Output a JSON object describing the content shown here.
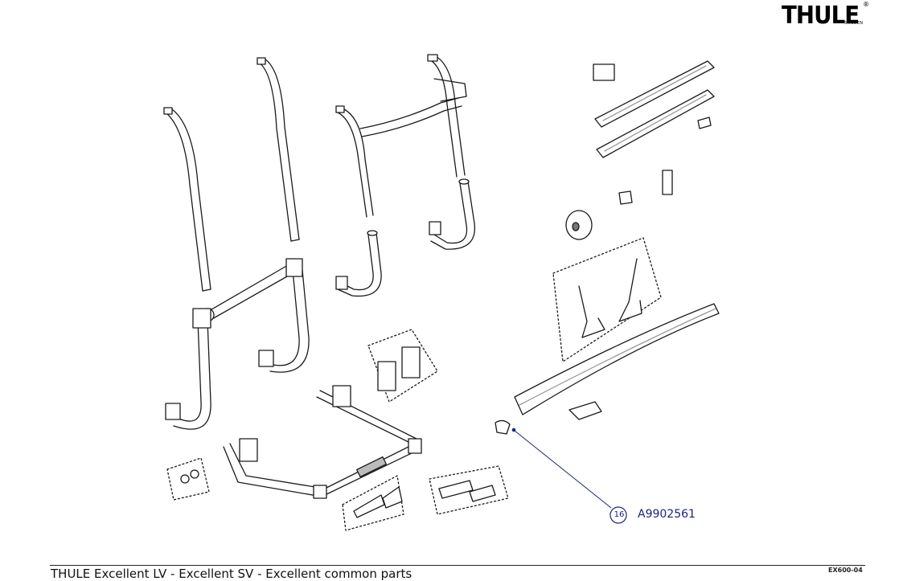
{
  "brand": {
    "logo_text": "THULE",
    "logo_subtext": "SWEDEN",
    "registered_mark": "®"
  },
  "diagram": {
    "callout": {
      "number": "16",
      "part_number": "A9902561"
    }
  },
  "footer": {
    "title": "THULE Excellent LV - Excellent SV - Excellent common parts",
    "doc_code": "EX600-04"
  },
  "colors": {
    "line": "#1a1a1a",
    "callout": "#1a237e",
    "part_fill": "#ffffff",
    "shade": "#9a9a9a"
  }
}
